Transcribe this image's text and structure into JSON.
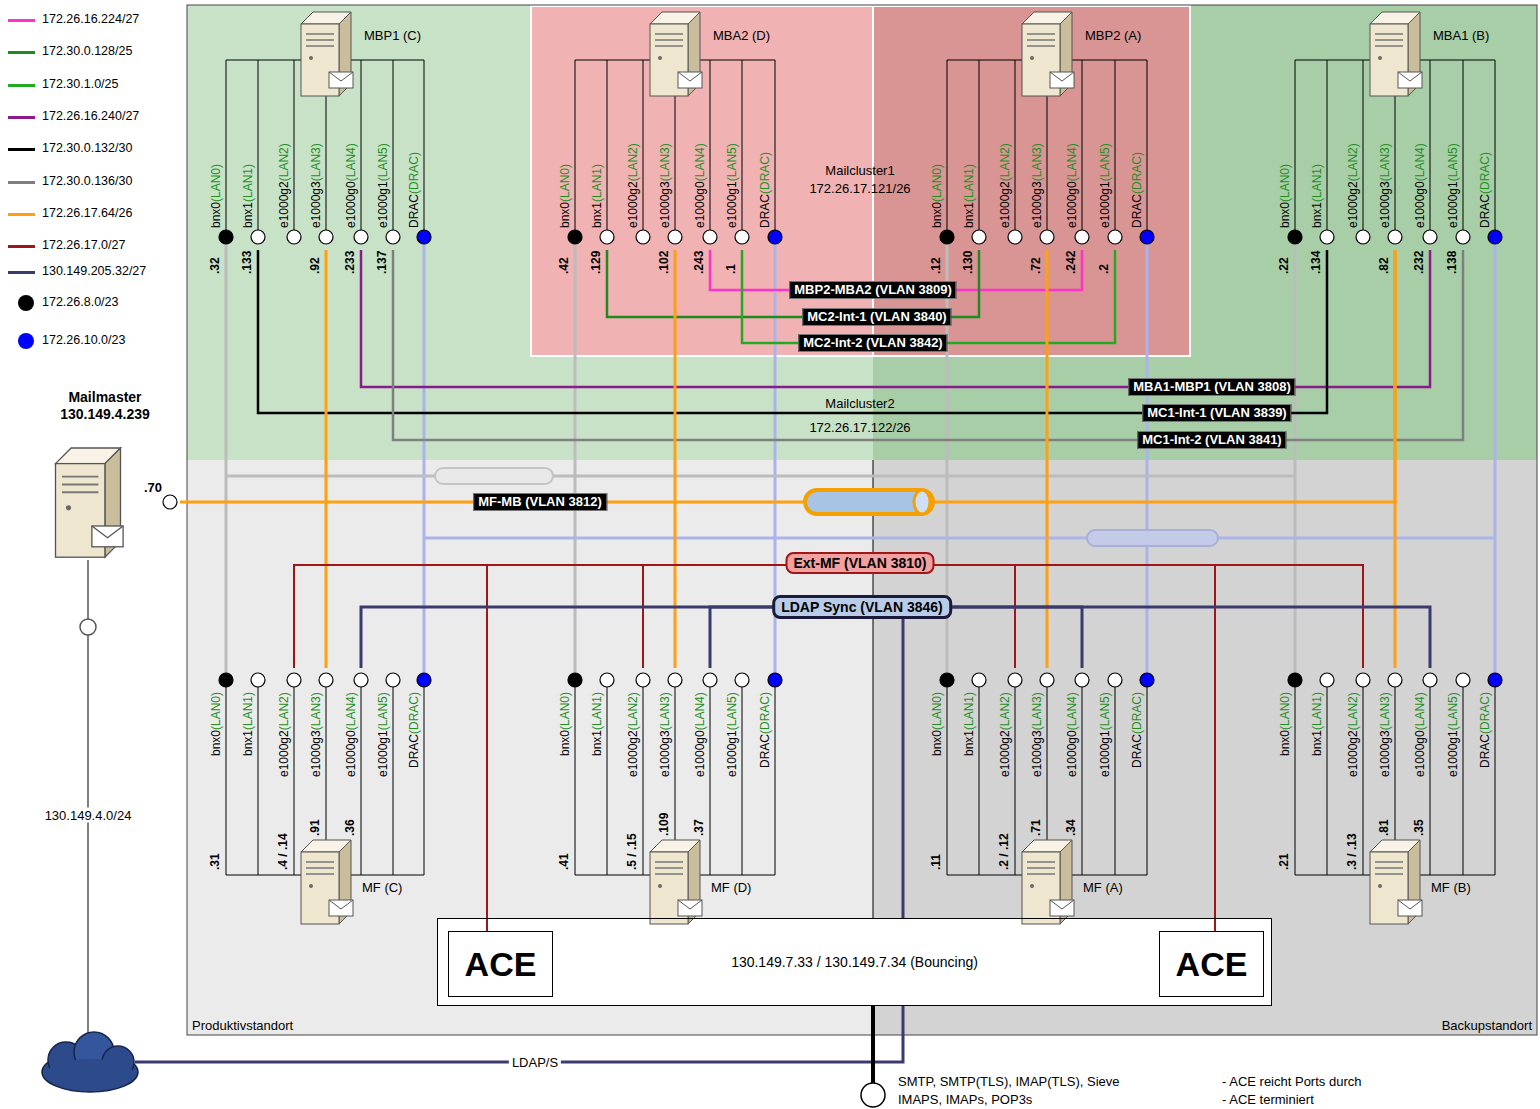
{
  "diagram": {
    "nodes": [
      {
        "text": [
          "Produktivstandort"
        ]
      },
      {
        "text": [
          "Backupstandort"
        ]
      },
      {
        "text": [
          "MBP1 (C)"
        ],
        "in": 0
      },
      {
        "text": [
          "MBA2 (D)"
        ],
        "in": 0
      },
      {
        "text": [
          "MBP2 (A)"
        ],
        "in": 1
      },
      {
        "text": [
          "MBA1 (B)"
        ],
        "in": 1
      },
      {
        "text": [
          "MF (C)"
        ],
        "in": 0
      },
      {
        "text": [
          "MF (D)"
        ],
        "in": 0
      },
      {
        "text": [
          "MF (A)"
        ],
        "in": 1
      },
      {
        "text": [
          "MF (B)"
        ],
        "in": 1
      },
      {
        "text": [
          "Mailmaster",
          "130.149.4.239"
        ]
      },
      {
        "text": [
          "130.149.7.33 / 130.149.7.34 (Bouncing)"
        ]
      },
      {
        "text": [
          "ACE"
        ],
        "in": 11
      },
      {
        "text": [
          "ACE"
        ],
        "in": 11
      }
    ],
    "edges": [
      {
        "from": 3,
        "to": 4,
        "arrow": "none",
        "label": "MBP2-MBA2 (VLAN 3809)"
      },
      {
        "from": 3,
        "to": 4,
        "arrow": "none",
        "label": "MC2-Int-1 (VLAN 3840)"
      },
      {
        "from": 3,
        "to": 4,
        "arrow": "none",
        "label": "MC2-Int-2 (VLAN 3842)"
      },
      {
        "from": 2,
        "to": 5,
        "arrow": "none",
        "label": "MBA1-MBP1 (VLAN 3808)"
      },
      {
        "from": 2,
        "to": 5,
        "arrow": "none",
        "label": "MC1-Int-1 (VLAN 3839)"
      },
      {
        "from": 2,
        "to": 5,
        "arrow": "none",
        "label": "MC1-Int-2 (VLAN 3841)"
      },
      {
        "from": 10,
        "to": 5,
        "arrow": "none",
        "label": "MF-MB (VLAN 3812)"
      },
      {
        "from": 2,
        "to": 6,
        "arrow": "none"
      },
      {
        "from": 3,
        "to": 7,
        "arrow": "none"
      },
      {
        "from": 4,
        "to": 8,
        "arrow": "none"
      },
      {
        "from": 5,
        "to": 9,
        "arrow": "none"
      },
      {
        "from": 6,
        "to": 13,
        "arrow": "none",
        "label": "Ext-MF (VLAN 3810)"
      },
      {
        "from": 6,
        "to": 12,
        "arrow": "none"
      },
      {
        "from": 7,
        "to": 12,
        "arrow": "none"
      },
      {
        "from": 8,
        "to": 13,
        "arrow": "none"
      },
      {
        "from": 9,
        "to": 13,
        "arrow": "none"
      },
      {
        "from": 6,
        "to": 9,
        "arrow": "none",
        "label": "LDAP Sync (VLAN 3846)"
      },
      {
        "from": 7,
        "to": 8,
        "arrow": "none"
      }
    ],
    "labels": [
      "Mailcluster1",
      "172.26.17.121/26",
      "Mailcluster2",
      "172.26.17.122/26",
      "bnx0(LAN0)",
      "bnx1(LAN1)",
      "e1000g2(LAN2)",
      "e1000g3(LAN3)",
      "e1000g0(LAN4)",
      "e1000g1(LAN5)",
      "DRAC(DRAC)",
      ".32",
      ".133",
      ".92",
      ".233",
      ".137",
      "bnx0(LAN0)",
      "bnx1(LAN1)",
      "e1000g2(LAN2)",
      "e1000g3(LAN3)",
      "e1000g0(LAN4)",
      "e1000g1(LAN5)",
      "DRAC(DRAC)",
      ".42",
      ".129",
      ".102",
      ".243",
      ".1",
      "bnx0(LAN0)",
      "bnx1(LAN1)",
      "e1000g2(LAN2)",
      "e1000g3(LAN3)",
      "e1000g0(LAN4)",
      "e1000g1(LAN5)",
      "DRAC(DRAC)",
      ".12",
      ".130",
      ".72",
      ".242",
      ".2",
      "bnx0(LAN0)",
      "bnx1(LAN1)",
      "e1000g2(LAN2)",
      "e1000g3(LAN3)",
      "e1000g0(LAN4)",
      "e1000g1(LAN5)",
      "DRAC(DRAC)",
      ".22",
      ".134",
      ".82",
      ".232",
      ".138",
      "bnx0(LAN0)",
      "bnx1(LAN1)",
      "e1000g2(LAN2)",
      "e1000g3(LAN3)",
      "e1000g0(LAN4)",
      "e1000g1(LAN5)",
      "DRAC(DRAC)",
      ".31",
      ".4 / .14",
      ".91",
      ".36",
      "bnx0(LAN0)",
      "bnx1(LAN1)",
      "e1000g2(LAN2)",
      "e1000g3(LAN3)",
      "e1000g0(LAN4)",
      "e1000g1(LAN5)",
      "DRAC(DRAC)",
      ".41",
      ".5 / .15",
      ".109",
      ".37",
      "bnx0(LAN0)",
      "bnx1(LAN1)",
      "e1000g2(LAN2)",
      "e1000g3(LAN3)",
      "e1000g0(LAN4)",
      "e1000g1(LAN5)",
      "DRAC(DRAC)",
      ".11",
      ".2 / .12",
      ".71",
      ".34",
      "bnx0(LAN0)",
      "bnx1(LAN1)",
      "e1000g2(LAN2)",
      "e1000g3(LAN3)",
      "e1000g0(LAN4)",
      "e1000g1(LAN5)",
      "DRAC(DRAC)",
      ".21",
      ".3 / .13",
      ".81",
      ".35",
      ".70",
      "130.149.4.0/24",
      "LDAP/S",
      "SMTP, SMTP(TLS), IMAP(TLS), Sieve",
      "IMAPS, IMAPs, POP3s",
      "- ACE reicht Ports durch",
      "- ACE terminiert"
    ],
    "legend": [
      {
        "text": "172.26.16.224/27",
        "color": "#ff33cc"
      },
      {
        "text": "172.30.0.128/25",
        "color": "#1f8a1f"
      },
      {
        "text": "172.30.1.0/25",
        "color": "#22aa22"
      },
      {
        "text": "172.26.16.240/27",
        "color": "#8b1a8b"
      },
      {
        "text": "172.30.0.132/30",
        "color": "#000000"
      },
      {
        "text": "172.30.0.136/30",
        "color": "#7f7f7f"
      },
      {
        "text": "172.26.17.64/26",
        "color": "#ffa010"
      },
      {
        "text": "172.26.17.0/27",
        "color": "#a01515"
      },
      {
        "text": "130.149.205.32/27",
        "color": "#3a3a6e"
      },
      {
        "text": "172.26.8.0/23",
        "color": "#000000"
      },
      {
        "text": "172.26.10.0/23",
        "color": "#0000ff"
      }
    ]
  }
}
